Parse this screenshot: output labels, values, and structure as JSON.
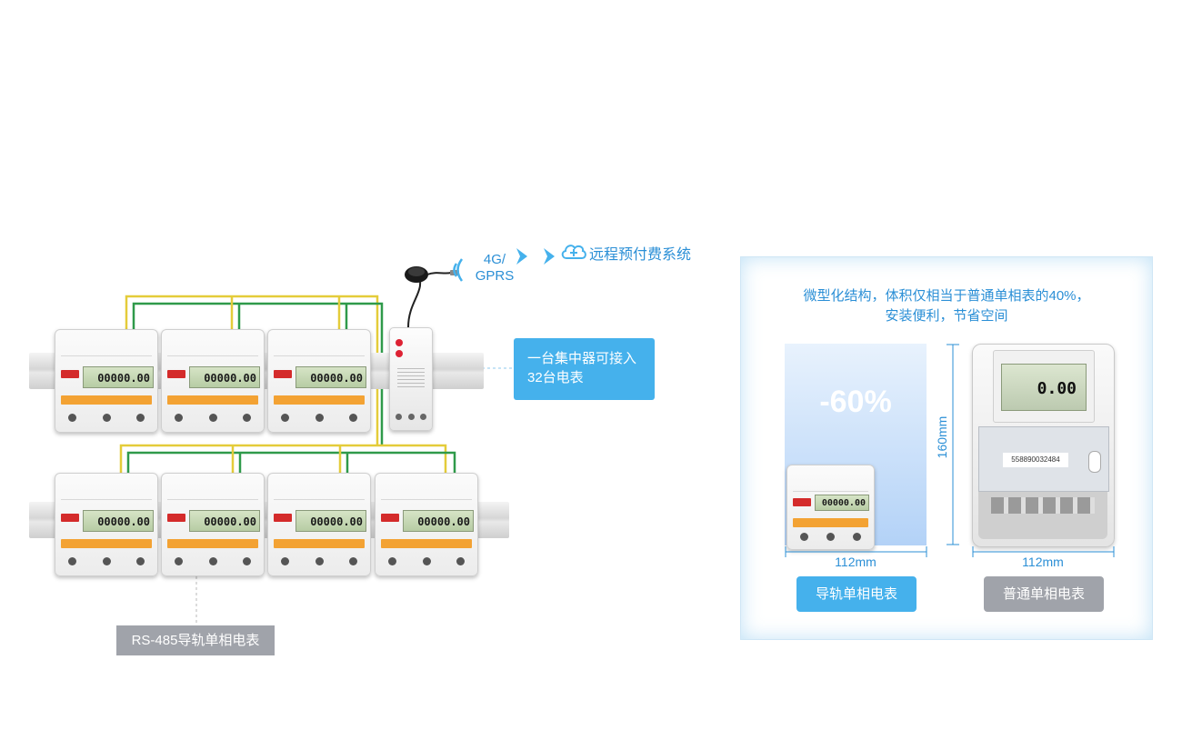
{
  "network": {
    "link_label_line1": "4G/",
    "link_label_line2": "GPRS",
    "system_label": "远程预付费系统"
  },
  "concentrator_callout": {
    "line1": "一台集中器可接入",
    "line2": "32台电表"
  },
  "meter_reading": "00000.00",
  "rs485_label": "RS-485导轨单相电表",
  "comparison": {
    "headline_line1": "微型化结构，体积仅相当于普通单相表的40%，",
    "headline_line2": "安装便利，节省空间",
    "reduction": "-60%",
    "height_dim": "160mm",
    "rail_meter_width": "112mm",
    "normal_meter_width": "112mm",
    "rail_meter_button": "导轨单相电表",
    "normal_meter_button": "普通单相电表",
    "normal_meter_lcd": "0.00",
    "normal_meter_serial": "558890032484"
  },
  "colors": {
    "accent_blue": "#45b1ec",
    "wire_yellow": "#e4cc3a",
    "wire_green": "#2f9a4a",
    "button_gray": "#a0a3aa"
  },
  "icons": [
    "antenna-icon",
    "signal-waves-icon",
    "arrow-icon",
    "cloud-icon"
  ]
}
